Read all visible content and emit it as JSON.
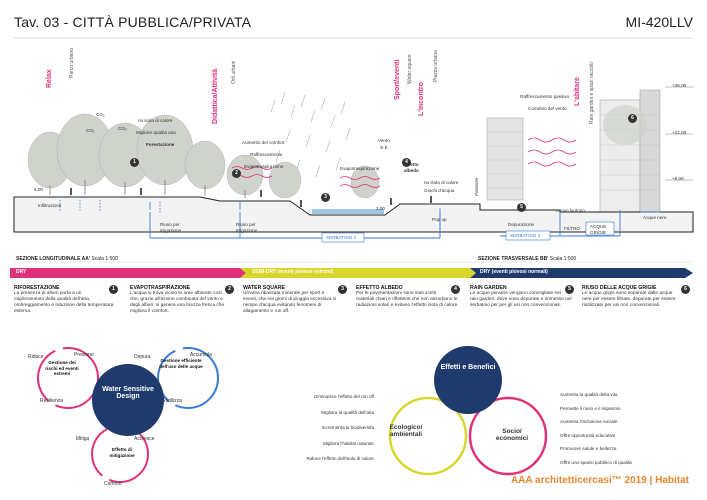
{
  "header": {
    "title": "Tav. 03 - CITTÀ PUBBLICA/PRIVATA",
    "code": "MI-420LLV"
  },
  "zones": [
    {
      "main": "Relax",
      "sub": "Parco urbano",
      "color": "#e0307a"
    },
    {
      "main": "Didattica/Attività",
      "sub": "Orti urbani",
      "color": "#e0307a"
    },
    {
      "main": "Sport/eventi",
      "sub": "Water square",
      "color": "#e0307a"
    },
    {
      "main": "L'incontro",
      "sub": "Piazza urbana",
      "color": "#e0307a"
    },
    {
      "main": "L'abitare",
      "sub": "Rain garden e spazi raccolti",
      "color": "#e0307a"
    }
  ],
  "section_labels": {
    "co2": "CO₂",
    "no_island": "no isola di calore",
    "air": "Migliore qualità aria",
    "forest": "Forestazione",
    "comfort": "Aumento del comfort",
    "cooling": "Raffrescamento",
    "evapo": "Evapotraspirazione",
    "evapo2": "Evapotraspirazione",
    "wind": "Vento",
    "wind_dir": "S-E",
    "albedo_effect": "Effetto albedo",
    "no_island2": "no isola di calore",
    "water_games": "Giochi d'acqua",
    "infiltration": "Infiltrazione",
    "reuse1": "Riuso per irrigazione",
    "reuse2": "Riuso per irrigazione",
    "pop_up": "Pop up",
    "passive_cooling": "Raffrescamento passivo",
    "wind_corridor": "Corridoio del vento",
    "new_biotope": "nuovo biotopo",
    "purification": "Depurazione",
    "black_water": "Acque nere",
    "tank1": "SERBATOIO 1",
    "tank2": "SERBATOIO 2",
    "filter": "FILTRO",
    "grey_water": "ACQUE GRIGIE",
    "section_long": "SEZIONE LONGITUDINALE AA'",
    "scale_long": "Scala 1:500",
    "section_trans": "SEZIONE TRASVERSALE BB'",
    "scale_trans": "Scala 1:500",
    "elev_1": "+36,00",
    "elev_2": "+21,00",
    "elev_3": "+6,00",
    "elev_4": "4,00",
    "elev_5": "2,00",
    "solar": "Parasole",
    "n1": "1",
    "n2": "2",
    "n3": "3",
    "n4": "4",
    "n5": "5",
    "n6": "6"
  },
  "timeline": {
    "dry": "DRY",
    "semi_dry": "SEMI-DRY (eventi piovosi estremi)",
    "dry_normal": "DRY (eventi piovosi normali)",
    "colors": {
      "magenta": "#e0307a",
      "yellow": "#d9d62b",
      "green": "#7bc043",
      "navy": "#1f3a6d"
    }
  },
  "phases": [
    {
      "num": "1",
      "title": "RIFORESTAZIONE",
      "text": "La presenza di alberi porta a un miglioramento della qualità dell'aria, ombreggiamento e riduzione della temperatura esterna."
    },
    {
      "num": "2",
      "title": "EVAPOTRASPIRAZIONE",
      "text": "L'acqua si trova vicino le aree alberate così che, grazie all'azione combinata del vento e degli alberi, si genera una brezza fresca che migliora il comfort."
    },
    {
      "num": "3",
      "title": "WATER SQUARE",
      "text": "Un'area ribassata minerale per sport e eventi, che nei giorni di pioggia eccessiva si riempe d'acqua evitando fenomeni di allagamento e run off."
    },
    {
      "num": "4",
      "title": "EFFETTO ALBEDO",
      "text": "Per le pavimentazioni sono stati scelti materiali chiari e riflettenti che non assorbono le radiazioni solari e evitano l'effetto isola di calore."
    },
    {
      "num": "5",
      "title": "RAIN GARDEN",
      "text": "Le acque piovane vengono convogliate nei rain garden, dove sono depurate e immesse nel serbatoio per per gli usi non convenzionali."
    },
    {
      "num": "6",
      "title": "RIUSO DELLE ACQUE GRIGIE",
      "text": "Le acque grigie sono separate dalle acque nere per essere filtrate, depurate per essere riutilizzate per usi non convenzionali."
    }
  ],
  "wsd": {
    "center": "Water Sensitive Design",
    "left_title": "Gestione dei rischi ed eventi estremi",
    "right_title": "Gestione efficiente dell'uso delle acque",
    "bottom_title": "Effetto di mitigazione",
    "riduce": "Riduce",
    "previene": "Previene",
    "resilienza": "Resilienza",
    "depura": "Depura",
    "accumula": "Accumula",
    "riutilizza": "Riutilizza",
    "mitiga": "Mitiga",
    "accresce": "Accresce",
    "comfort": "Comfort"
  },
  "effects": {
    "center": "Effetti e Benefici",
    "left_title": "Ecologico/ ambientali",
    "right_title": "Socio/ economici",
    "left_items": [
      "Diminuisce l'effetto del run off",
      "Migliora la qualità dell'aria",
      "Incrementa la biodiversità",
      "Migliora l'habitat naturale",
      "Riduce l'effetto dell'isola di calore"
    ],
    "right_items": [
      "Aumenta la qualità della vita",
      "Permette il riuso e il risparmio",
      "Aumenta l'inclusione sociale",
      "Offre opportunità educative",
      "Promuove salute e bellezza",
      "Offre uno spazio pubblico di qualità"
    ]
  },
  "footer": "AAA architetticercasi™ 2019 | Habitat"
}
